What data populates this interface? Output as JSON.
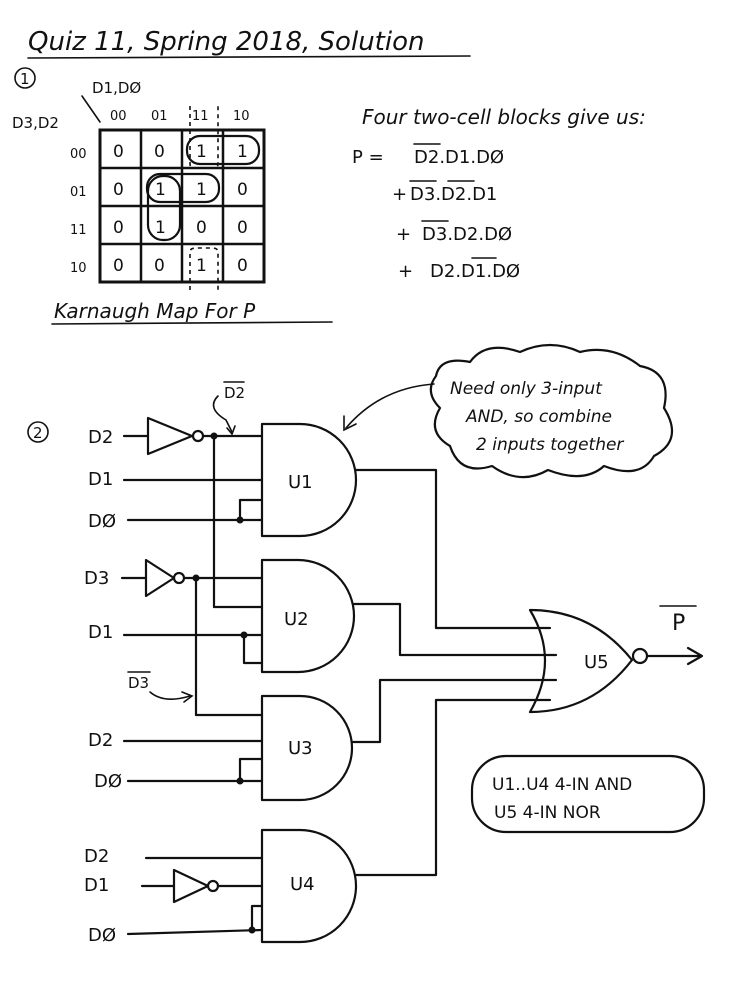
{
  "title": "Quiz 11, Spring 2018, Solution",
  "part1": {
    "number": "1",
    "kmap": {
      "col_var_label": "D1,DØ",
      "row_var_label": "D3,D2",
      "col_headers": [
        "00",
        "01",
        "11",
        "10"
      ],
      "row_headers": [
        "00",
        "01",
        "11",
        "10"
      ],
      "cells": [
        [
          "0",
          "0",
          "1",
          "1"
        ],
        [
          "0",
          "1",
          "1",
          "0"
        ],
        [
          "0",
          "1",
          "0",
          "0"
        ],
        [
          "0",
          "0",
          "1",
          "0"
        ]
      ],
      "caption": "Karnaugh Map For P"
    },
    "explanation": "Four two-cell blocks give us:",
    "equation": {
      "lhs": "P =",
      "terms": [
        {
          "prefix": "",
          "text": "D2.D1.DØ"
        },
        {
          "prefix": "+",
          "text": "D3.D2.D1"
        },
        {
          "prefix": "+",
          "text": "D3.D2.DØ"
        },
        {
          "prefix": "+",
          "text": "D2.D1.DØ"
        }
      ]
    }
  },
  "part2": {
    "number": "2",
    "inputs": {
      "u1": [
        "D2",
        "D1",
        "DØ"
      ],
      "u2": [
        "D3",
        "D1"
      ],
      "u3": [
        "D2",
        "DØ"
      ],
      "u4": [
        "D2",
        "D1",
        "DØ"
      ]
    },
    "labels": {
      "not_d2": "D2",
      "not_d3": "D3",
      "output": "P"
    },
    "gates": [
      "U1",
      "U2",
      "U3",
      "U4",
      "U5"
    ],
    "note_cloud": [
      "Need only 3-input",
      "AND, so combine",
      "2 inputs together"
    ],
    "note_box": [
      "U1..U4  4-IN AND",
      "U5  4-IN NOR"
    ]
  }
}
